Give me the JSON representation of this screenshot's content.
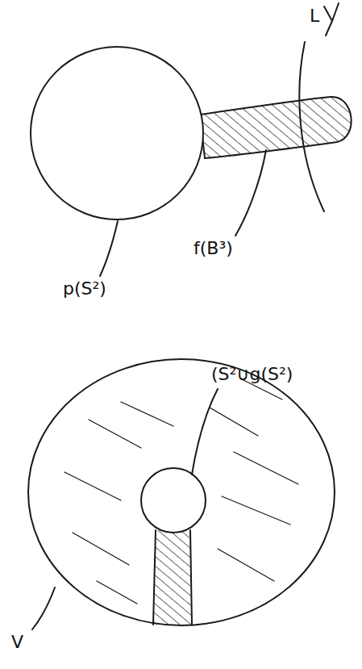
{
  "diagram": {
    "labels": [
      "L",
      "f(B³)",
      "p(S²)",
      "(S²∪g(S²)",
      "V"
    ]
  }
}
